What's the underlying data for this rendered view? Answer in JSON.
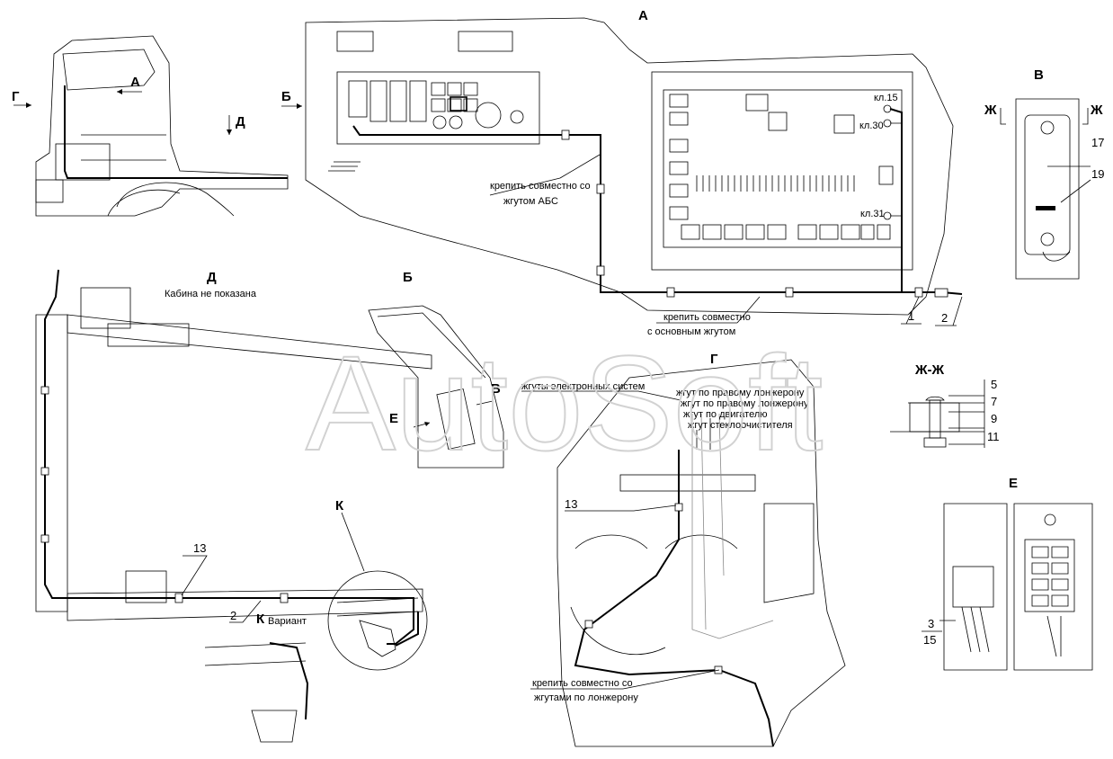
{
  "watermark": "AutoSoft",
  "views": {
    "A": "А",
    "B_rus": "Б",
    "V": "В",
    "G": "Г",
    "D": "Д",
    "E": "Е",
    "ZhZh": "Ж-Ж",
    "Zh": "Ж",
    "K": "К",
    "K_variant": "Вариант"
  },
  "notes": {
    "cab_not_shown": "Кабина не показана",
    "attach_abs_1": "крепить совместно со",
    "attach_abs_2": "жгутом АБС",
    "attach_main_1": "крепить совместно",
    "attach_main_2": "с основным жгутом",
    "attach_frame_1": "крепить совместно со",
    "attach_frame_2": "жгутами по лонжерону",
    "harness_electronic": "жгуты электронных систем",
    "harness_right_1": "жгут по правому лонжерону",
    "harness_right_2": "жгут по правому лонжерону",
    "harness_engine": "жгут по двигателю",
    "harness_wiper": "жгут стеклоочистителя"
  },
  "terminals": {
    "kl15": "кл.15",
    "kl30": "кл.30",
    "kl31": "кл.31"
  },
  "part_numbers": {
    "p1": "1",
    "p2": "2",
    "p3": "3",
    "p5": "5",
    "p7": "7",
    "p9": "9",
    "p11": "11",
    "p13": "13",
    "p15": "15",
    "p17": "17",
    "p19": "19"
  }
}
